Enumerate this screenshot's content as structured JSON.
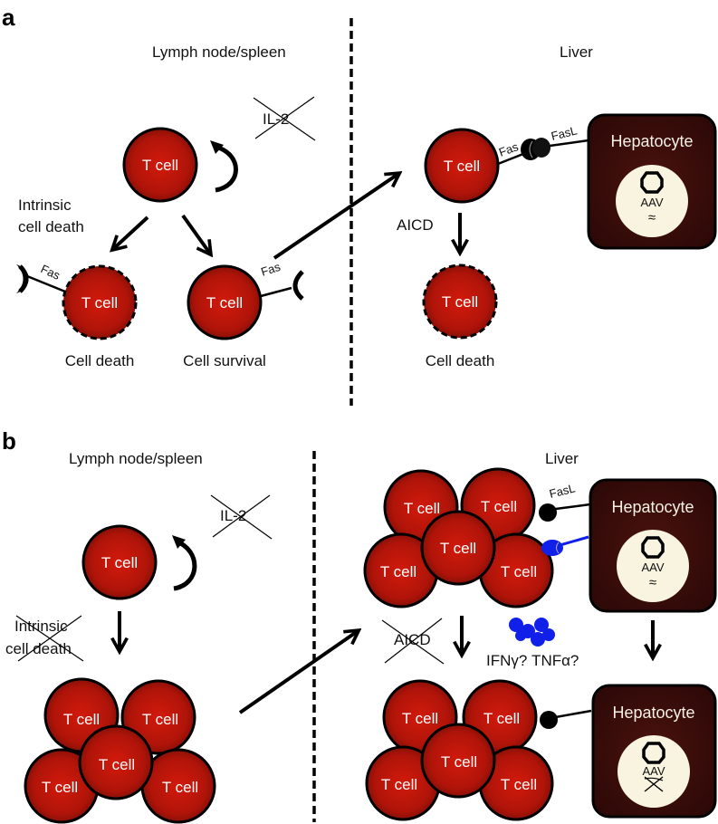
{
  "panels": [
    {
      "letter": "a",
      "left_region": "Lymph node/spleen",
      "right_region": "Liver",
      "crossed_cytokine": "IL-2",
      "intrinsic_death_label": "Intrinsic\ncell death",
      "intrinsic_line1": "Intrinsic",
      "intrinsic_line2": "cell death",
      "cell_label": "T cell",
      "fas_label": "Fas",
      "fasl_label": "FasL",
      "cell_death_label": "Cell death",
      "cell_survival_label": "Cell survival",
      "aicd_label": "AICD",
      "hepatocyte_label": "Hepatocyte",
      "aav_label": "AAV",
      "aav_status_symbol": "≈",
      "liver_cell_death_label": "Cell death"
    },
    {
      "letter": "b",
      "left_region": "Lymph node/spleen",
      "right_region": "Liver",
      "crossed_cytokine": "IL-2",
      "intrinsic_line1": "Intrinsic",
      "intrinsic_line2": "cell death",
      "cell_label": "T cell",
      "fasl_label": "FasL",
      "aicd_label": "AICD",
      "cytokines_label": "IFNγ? TNFα?",
      "hepatocyte_label": "Hepatocyte",
      "aav_label": "AAV",
      "aav_status_symbol": "≈",
      "aav_cleared_symbol": "✕"
    }
  ],
  "colors": {
    "t_cell": "#c0180a",
    "t_cell_dark": "#7a0e06",
    "hepatocyte": "#3a0c0a",
    "nucleus": "#f8f4df",
    "cytokine": "#1020e8"
  }
}
